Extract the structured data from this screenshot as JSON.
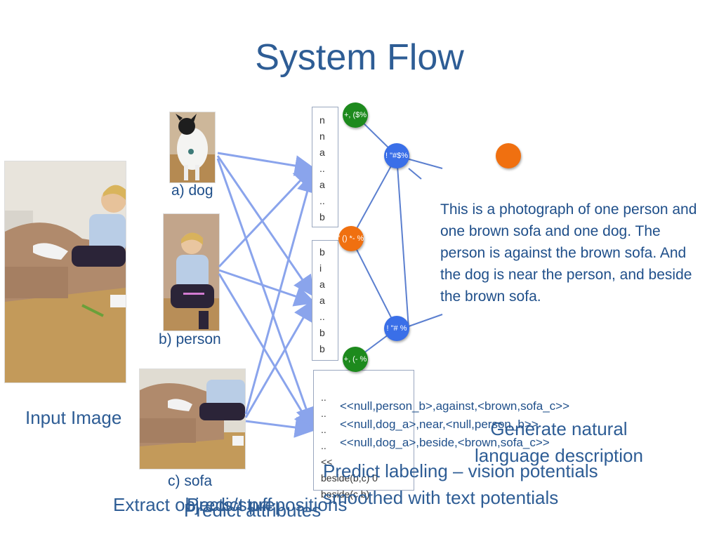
{
  "title": "System Flow",
  "captions": {
    "dog": "a) dog",
    "person": "b) person",
    "sofa": "c) sofa",
    "input": "Input Image"
  },
  "steps": {
    "extract": "Extract objects/stuff",
    "attributes": "Predict attributes",
    "prepositions": "Predict prepositions",
    "labeling": "Predict labeling – vision potentials smoothed with text potentials",
    "generate": "Generate natural language description"
  },
  "box_text": {
    "box1": [
      "n",
      "n",
      "a",
      "..",
      "a",
      "..",
      "b"
    ],
    "box2": [
      "b",
      "i",
      "a",
      "a",
      "..",
      "b",
      "b"
    ],
    "box3": [
      "..",
      "..",
      "..",
      "..",
      "<<",
      "beside(b,c) 0",
      "beside(c,b)"
    ]
  },
  "graph_nodes": [
    {
      "label": "+, ($%",
      "color": "#1d8a1d"
    },
    {
      "label": "! \"#$%",
      "color": "#3a6fe8"
    },
    {
      "label": "' () *- %",
      "color": "#f07010"
    },
    {
      "label": "! \"# %",
      "color": "#3a6fe8"
    },
    {
      "label": "+, (- %",
      "color": "#1d8a1d"
    },
    {
      "label": "",
      "color": "#f07010"
    }
  ],
  "description": "This is a photograph of one person and one brown sofa and one dog. The person is against the brown sofa. And the dog is near the person, and beside the brown sofa.",
  "triples": [
    "<<null,person_b>,against,<brown,sofa_c>>",
    "<<null,dog_a>,near,<null,person_b>>",
    "<<null,dog_a>,beside,<brown,sofa_c>>"
  ],
  "colors": {
    "title": "#2e5d95",
    "arrow": "#8aa4ec",
    "node_green": "#1d8a1d",
    "node_blue": "#3a6fe8",
    "node_orange": "#f07010"
  }
}
